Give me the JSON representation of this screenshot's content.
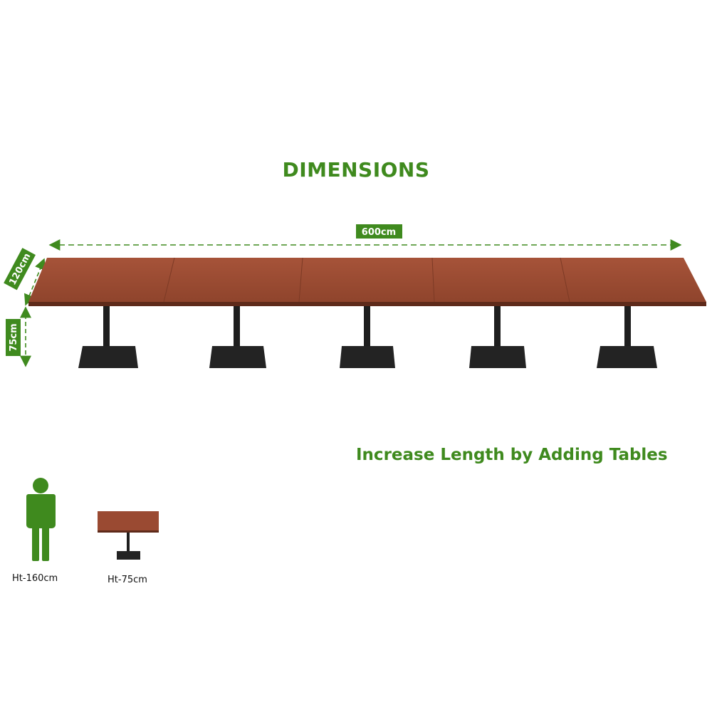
{
  "title": "DIMENSIONS",
  "subtitle": "Increase Length by Adding Tables",
  "dimensions": {
    "length": "600cm",
    "width": "120cm",
    "height": "75cm"
  },
  "captions": {
    "person_height": "Ht-160cm",
    "table_height": "Ht-75cm"
  },
  "colors": {
    "accent": "#3f8a1e",
    "tabletop": "#9a4a32",
    "base": "#1e1e1e"
  },
  "table_sections": 5,
  "icons": [
    "person-icon",
    "single-table-icon"
  ]
}
